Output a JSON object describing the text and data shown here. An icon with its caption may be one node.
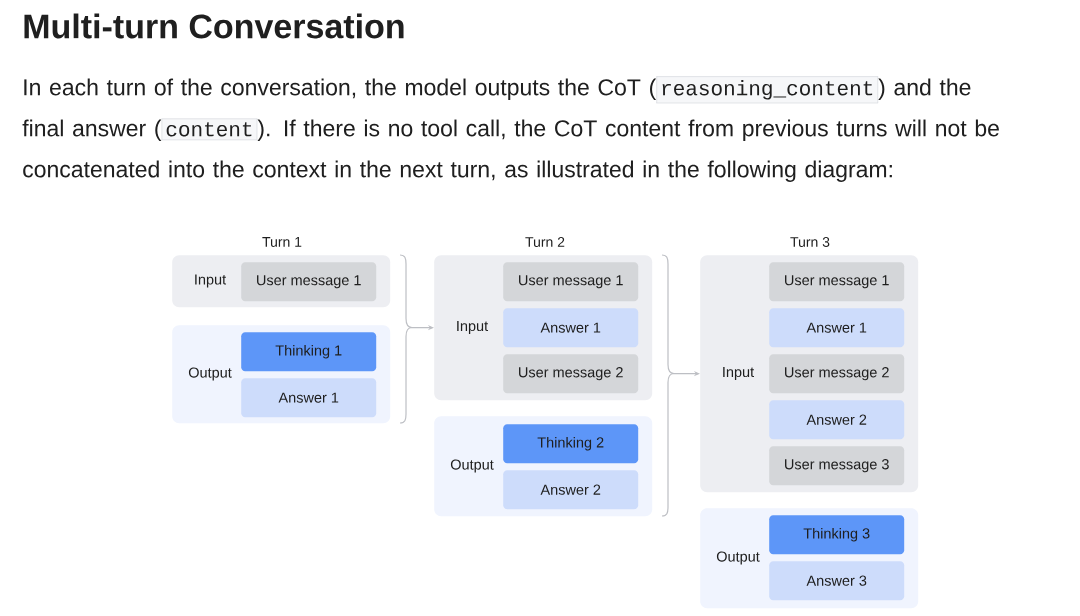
{
  "diagram": {
    "title": "Multi-turn Conversation",
    "nodes": [
      {
        "text": [
          "Input"
        ]
      },
      {
        "text": [
          "User message 1"
        ],
        "in": 0
      },
      {
        "text": [
          "Output"
        ]
      },
      {
        "text": [
          "Thinking 1"
        ],
        "in": 2
      },
      {
        "text": [
          "Answer 1"
        ],
        "in": 2
      },
      {
        "text": [
          "Input"
        ]
      },
      {
        "text": [
          "User message 1"
        ],
        "in": 5
      },
      {
        "text": [
          "Answer 1"
        ],
        "in": 5
      },
      {
        "text": [
          "User message 2"
        ],
        "in": 5
      },
      {
        "text": [
          "Output"
        ]
      },
      {
        "text": [
          "Thinking 2"
        ],
        "in": 9
      },
      {
        "text": [
          "Answer 2"
        ],
        "in": 9
      },
      {
        "text": [
          "Input"
        ]
      },
      {
        "text": [
          "User message 1"
        ],
        "in": 12
      },
      {
        "text": [
          "Answer 1"
        ],
        "in": 12
      },
      {
        "text": [
          "User message 2"
        ],
        "in": 12
      },
      {
        "text": [
          "Answer 2"
        ],
        "in": 12
      },
      {
        "text": [
          "User message 3"
        ],
        "in": 12
      },
      {
        "text": [
          "Output"
        ]
      },
      {
        "text": [
          "Thinking 3"
        ],
        "in": 18
      },
      {
        "text": [
          "Answer 3"
        ],
        "in": 18
      }
    ],
    "edges": [
      {
        "from": 0,
        "to": 5,
        "arrow": "to"
      },
      {
        "from": 2,
        "to": 5,
        "arrow": "to"
      },
      {
        "from": 5,
        "to": 12,
        "arrow": "to"
      },
      {
        "from": 9,
        "to": 12,
        "arrow": "to"
      }
    ],
    "labels": [
      "In each turn of the conversation, the model outputs the CoT (",
      "reasoning_content",
      ") and the final answer (",
      "content",
      "). If there is no tool call, the CoT content from previous turns will not be concatenated into the context in the next turn, as illustrated in the following diagram:",
      "Turn 1",
      "Turn 2",
      "Turn 3"
    ]
  }
}
